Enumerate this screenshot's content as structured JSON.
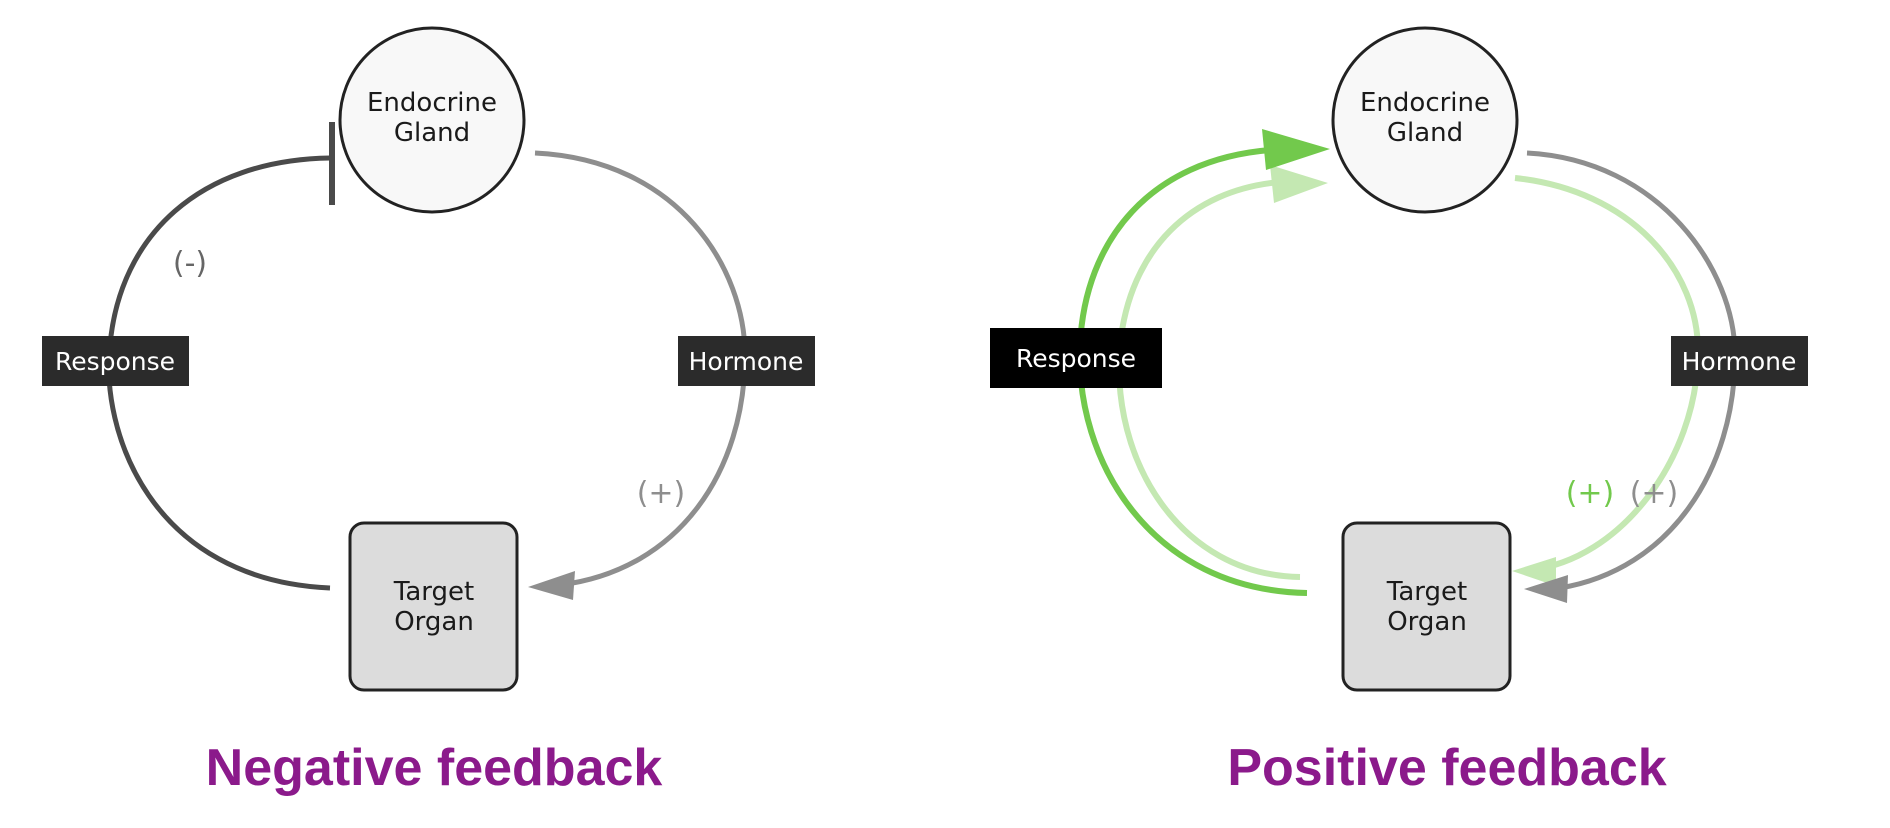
{
  "colors": {
    "title": "#8B1A8B",
    "dark_line": "#4a4a4a",
    "grey_line": "#8e8e8e",
    "green_strong": "#72c94c",
    "green_light": "#c4e8b2",
    "label_bg": "#2b2b2b",
    "label_bg_black": "#000000",
    "circle_fill": "#f8f8f8",
    "box_fill": "#dcdcdc"
  },
  "negative": {
    "gland_line1": "Endocrine",
    "gland_line2": "Gland",
    "organ_line1": "Target",
    "organ_line2": "Organ",
    "response_label": "Response",
    "hormone_label": "Hormone",
    "minus_sign": "(-)",
    "plus_sign": "(+)",
    "title": "Negative feedback"
  },
  "positive": {
    "gland_line1": "Endocrine",
    "gland_line2": "Gland",
    "organ_line1": "Target",
    "organ_line2": "Organ",
    "response_label": "Response",
    "hormone_label": "Hormone",
    "plus_sign_green": "(+)",
    "plus_sign_grey": "(+)",
    "title": "Positive feedback"
  }
}
